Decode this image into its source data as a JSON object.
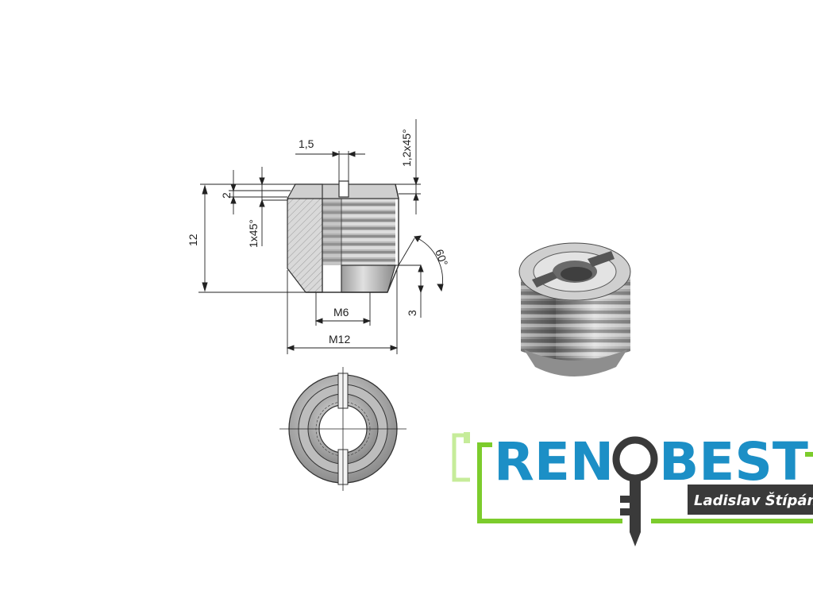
{
  "drawing": {
    "dim_slot_width": "1,5",
    "dim_top_chamfer": "1,2x45°",
    "dim_slot_depth": "2",
    "dim_chamfer": "1x45°",
    "dim_height": "12",
    "dim_angle": "60°",
    "dim_inner_thread": "M6",
    "dim_outer_thread": "M12",
    "dim_cone_height": "3"
  },
  "logo": {
    "name_left": "REN",
    "name_right": "BEST",
    "owner": "Ladislav Štípánek",
    "colors": {
      "blue": "#1c8fc6",
      "green": "#7ccc2c",
      "light_green": "#c6ec9a",
      "dark": "#3a3a3a"
    }
  }
}
